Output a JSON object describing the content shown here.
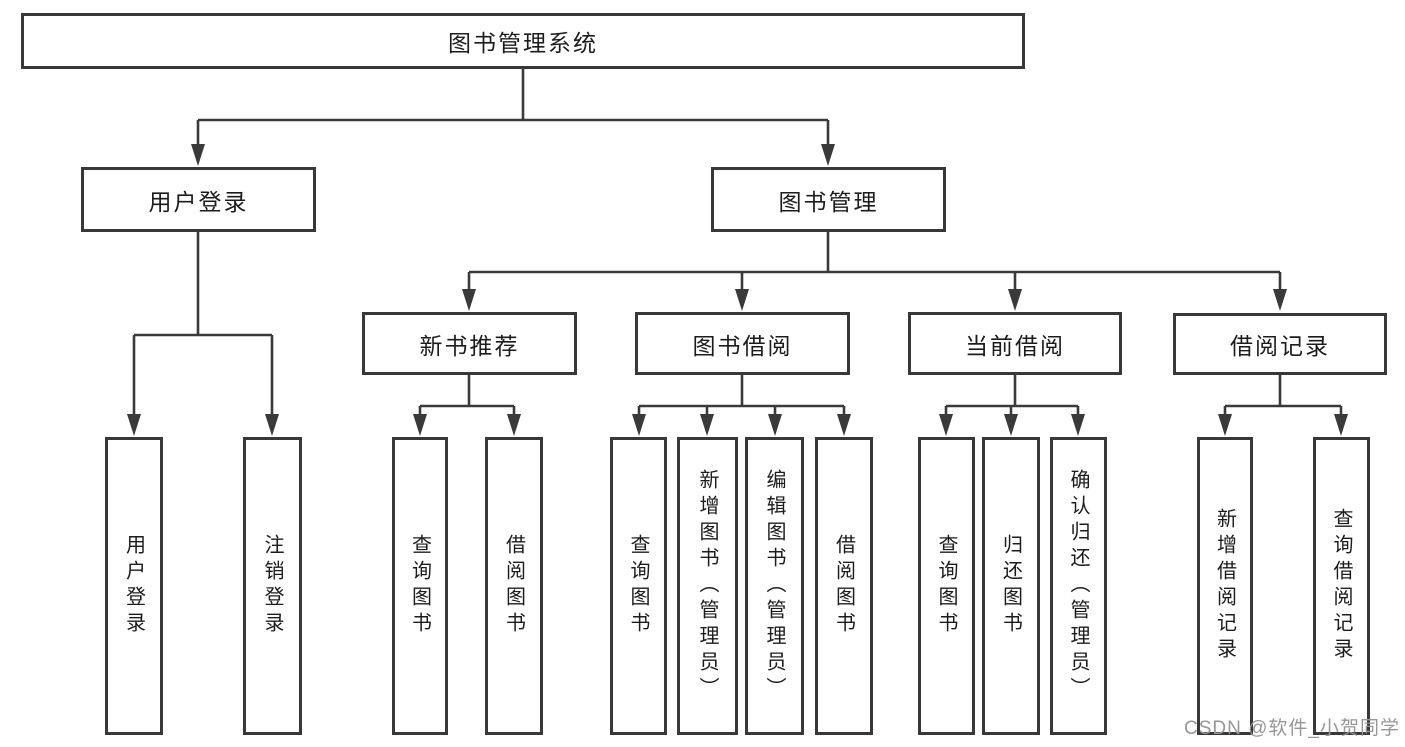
{
  "diagram": {
    "watermark": "CSDN @软件_小贺同学",
    "colors": {
      "line": "#3a3a3a",
      "box_border": "#383838",
      "text": "#1c1c1c",
      "watermark": "#979797",
      "background": "#ffffff"
    },
    "nodes": {
      "root": "图书管理系统",
      "user_login": "用户登录",
      "book_mgmt": "图书管理",
      "new_book_rec": "新书推荐",
      "book_borrow": "图书借阅",
      "current_borrow": "当前借阅",
      "borrow_record": "借阅记录",
      "leaf_user_login": "用户登录",
      "leaf_logout": "注销登录",
      "leaf_query_book_rec": "查询图书",
      "leaf_borrow_book_rec": "借阅图书",
      "leaf_query_book_borrow": "查询图书",
      "leaf_add_book": "新增图书（管理员）",
      "leaf_edit_book": "编辑图书（管理员）",
      "leaf_borrow_book_borrow": "借阅图书",
      "leaf_query_book_current": "查询图书",
      "leaf_return_book": "归还图书",
      "leaf_confirm_return": "确认归还（管理员）",
      "leaf_add_record": "新增借阅记录",
      "leaf_query_record": "查询借阅记录"
    }
  }
}
